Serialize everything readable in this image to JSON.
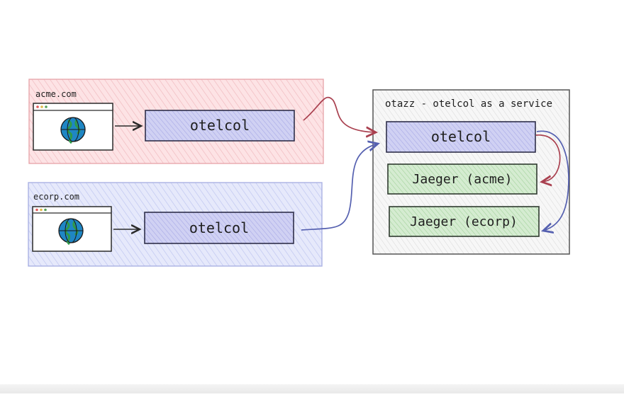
{
  "diagram": {
    "acme": {
      "label": "acme.com",
      "collector_label": "otelcol",
      "fill": "#fde3e5",
      "stroke": "#e8a8ad",
      "icons": [
        "browser-window-icon",
        "globe-icon",
        "arrow-right-icon"
      ]
    },
    "ecorp": {
      "label": "ecorp.com",
      "collector_label": "otelcol",
      "fill": "#e6e9fb",
      "stroke": "#aab2e4",
      "icons": [
        "browser-window-icon",
        "globe-icon",
        "arrow-right-icon"
      ]
    },
    "service": {
      "title": "otazz - otelcol as a service",
      "collector_label": "otelcol",
      "jaeger_acme_label": "Jaeger (acme)",
      "jaeger_ecorp_label": "Jaeger (ecorp)",
      "fill": "#f7f7f7",
      "stroke": "#555555"
    },
    "colors": {
      "otelcol_fill": "#d0d1f3",
      "otelcol_stroke": "#2f2f4a",
      "jaeger_fill": "#d5ecd1",
      "jaeger_stroke": "#2f3a2f",
      "acme_arrow": "#a9404f",
      "ecorp_arrow": "#5560b0",
      "globe_blue": "#1f86c4",
      "globe_green": "#2f9a4a"
    }
  }
}
